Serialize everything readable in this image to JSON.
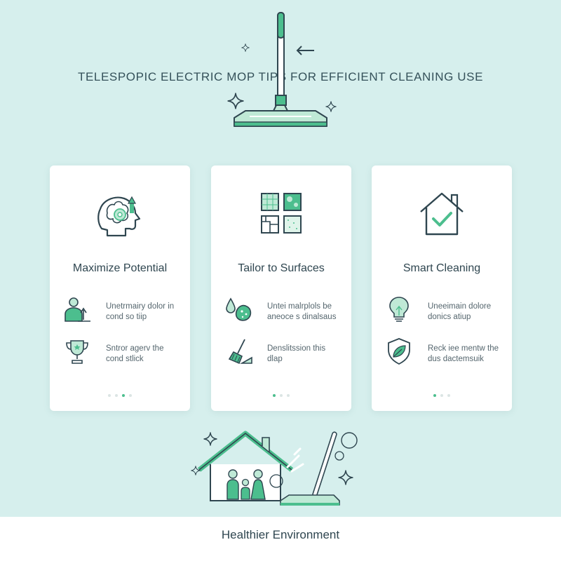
{
  "page": {
    "title": "TELESPOPIC ELECTRIC MOP TIPS FOR EFFICIENT CLEANING USE",
    "footer_label": "Healthier Environment"
  },
  "colors": {
    "background": "#d6efed",
    "accent_green": "#4cbe8e",
    "light_green": "#bfe9d6",
    "line_dark": "#2f4650",
    "card": "#ffffff"
  },
  "hero": {
    "icons": [
      "mop-icon",
      "sparkle-icon",
      "arrow-left-icon"
    ]
  },
  "cards": [
    {
      "title": "Maximize Potential",
      "icon": "head-gear-growth-icon",
      "tips": [
        {
          "icon": "person-growth-icon",
          "lines": [
            "Unetrmairy dolor in",
            "cond so tiip"
          ]
        },
        {
          "icon": "trophy-icon",
          "lines": [
            "Sntror agerv the",
            "cond stlick"
          ]
        }
      ],
      "dots": {
        "count": 4,
        "active_index": 2
      }
    },
    {
      "title": "Tailor to Surfaces",
      "icon": "surface-tiles-icon",
      "tips": [
        {
          "icon": "drops-sponge-icon",
          "lines": [
            "Untei malrplols be",
            "aneoce s dinalsaus"
          ]
        },
        {
          "icon": "broom-dustpan-icon",
          "lines": [
            "Denslitssion this",
            "dlap"
          ]
        }
      ],
      "dots": {
        "count": 3,
        "active_index": 0
      }
    },
    {
      "title": "Smart Cleaning",
      "icon": "house-check-icon",
      "tips": [
        {
          "icon": "lightbulb-icon",
          "lines": [
            "Uneeimain dolore",
            "donics atiup"
          ]
        },
        {
          "icon": "shield-leaf-icon",
          "lines": [
            "Reck iee mentw the",
            "dus dactemsuik"
          ]
        }
      ],
      "dots": {
        "count": 3,
        "active_index": 0
      }
    }
  ],
  "bottom_illustration": {
    "icons": [
      "house-family-icon",
      "mop-icon",
      "sparkle-icon",
      "bubble-icon"
    ]
  }
}
